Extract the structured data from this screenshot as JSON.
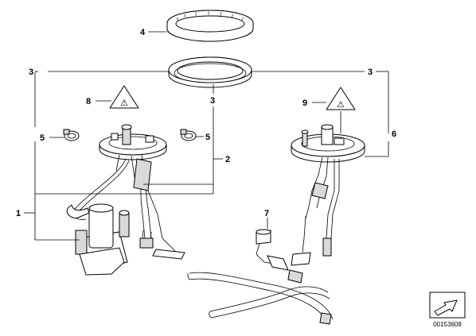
{
  "callouts": {
    "c1": "1",
    "c2": "2",
    "c3_left": "3",
    "c3_center": "3",
    "c3_right": "3",
    "c4": "4",
    "c5_left": "5",
    "c5_right": "5",
    "c6": "6",
    "c7": "7",
    "c8": "8",
    "c9": "9"
  },
  "warning_symbol_text": "⚠",
  "reference_number": "00153608",
  "icons": [
    "warning-triangle-icon",
    "arrow-icon"
  ]
}
